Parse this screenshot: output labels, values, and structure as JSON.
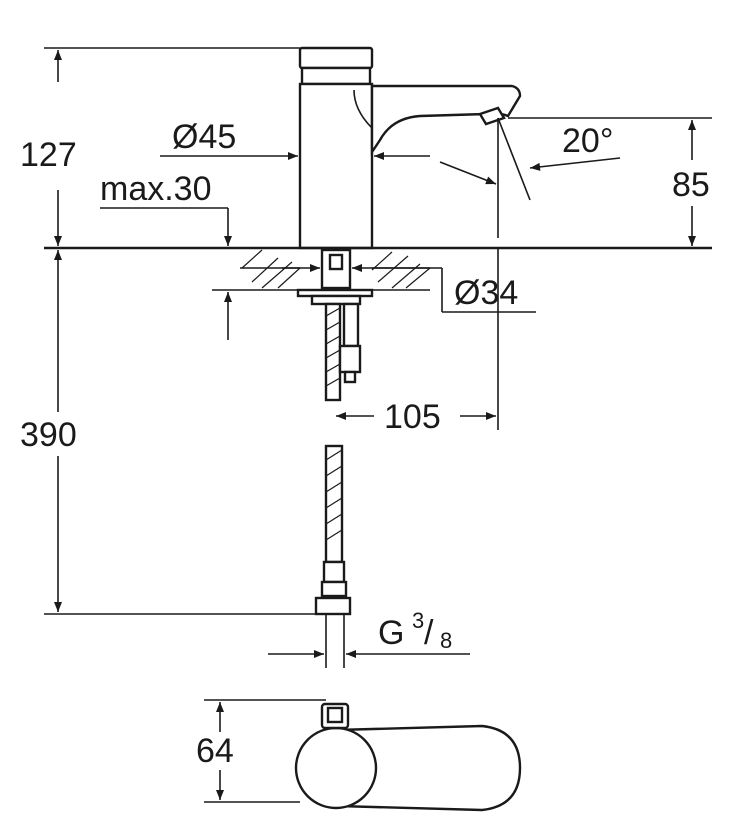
{
  "dimensions": {
    "total_height": "127",
    "body_diameter": "Ø45",
    "max_thickness": "max.30",
    "spout_angle": "20°",
    "outlet_height": "85",
    "hole_diameter": "Ø34",
    "projection": "105",
    "hose_length": "390",
    "thread_prefix": "G",
    "thread_numerator": "3",
    "thread_slash": "/",
    "thread_denominator": "8",
    "width": "64"
  }
}
